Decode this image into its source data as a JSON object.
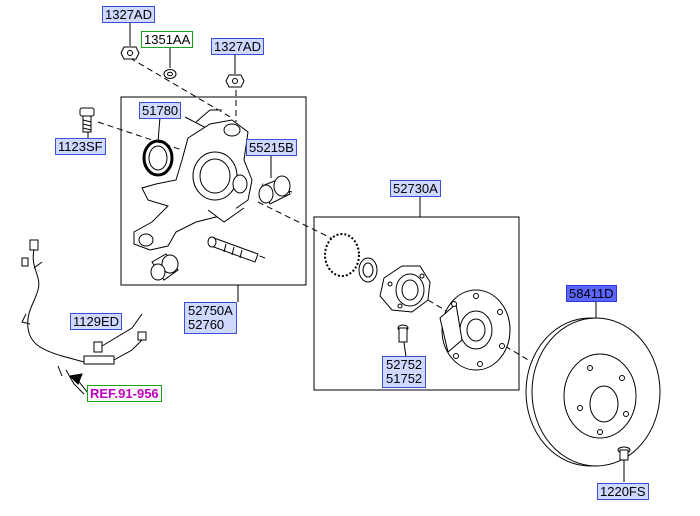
{
  "callouts": {
    "nut_top": "1327AD",
    "washer": "1351AA",
    "nut_right": "1327AD",
    "seal": "51780",
    "bolt_left": "1123SF",
    "bushing": "55215B",
    "hub_assembly": "52730A",
    "knuckle_line1": "52750A",
    "knuckle_line2": "52760",
    "hub_bolt_line1": "52752",
    "hub_bolt_line2": "51752",
    "sensor_bolt": "1129ED",
    "disc": "58411D",
    "disc_screw": "1220FS",
    "reference": "REF.91-956"
  },
  "colors": {
    "callout_fill": "#cfd8ff",
    "callout_border": "#3a4fd6",
    "selected_fill": "#5a66ff",
    "green_border": "#19a319",
    "ref_text": "#c000c0"
  }
}
